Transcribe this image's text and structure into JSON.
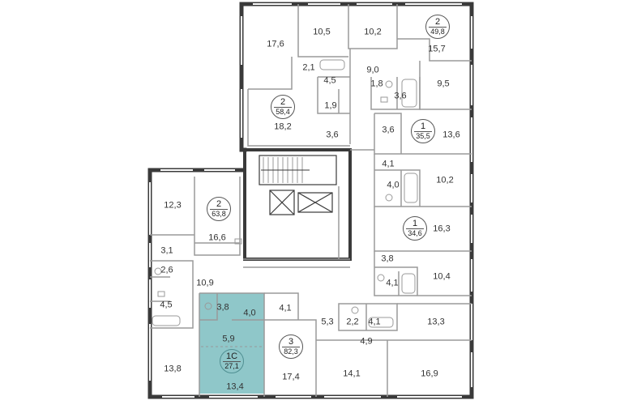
{
  "colors": {
    "wall": "#3a3a3a",
    "thin_wall": "#9a9a9a",
    "highlight": "#8fc7c9",
    "text": "#333333"
  },
  "apartments": [
    {
      "rooms": "2",
      "area": "49,8",
      "highlighted": false
    },
    {
      "rooms": "2",
      "area": "58,4",
      "highlighted": false
    },
    {
      "rooms": "1",
      "area": "35,5",
      "highlighted": false
    },
    {
      "rooms": "2",
      "area": "63,8",
      "highlighted": false
    },
    {
      "rooms": "1",
      "area": "34,6",
      "highlighted": false
    },
    {
      "rooms": "1С",
      "area": "27,1",
      "highlighted": true
    },
    {
      "rooms": "3",
      "area": "82,3",
      "highlighted": false
    }
  ],
  "room_areas": [
    "17,6",
    "10,5",
    "10,2",
    "15,7",
    "9,0",
    "2,1",
    "4,5",
    "1,8",
    "3,6",
    "9,5",
    "1,9",
    "18,2",
    "3,6",
    "3,6",
    "13,6",
    "4,1",
    "10,2",
    "4,0",
    "12,3",
    "16,6",
    "16,3",
    "3,1",
    "2,6",
    "3,8",
    "10,4",
    "4,1",
    "10,9",
    "3,8",
    "4,0",
    "4,1",
    "4,5",
    "5,3",
    "2,2",
    "4,1",
    "13,3",
    "5,9",
    "4,9",
    "17,4",
    "14,1",
    "16,9",
    "13,8",
    "13,4"
  ],
  "icons": [
    "stair-icon",
    "elevator-icon",
    "elevator-icon",
    "bathtub-icon",
    "toilet-icon",
    "sink-icon"
  ]
}
